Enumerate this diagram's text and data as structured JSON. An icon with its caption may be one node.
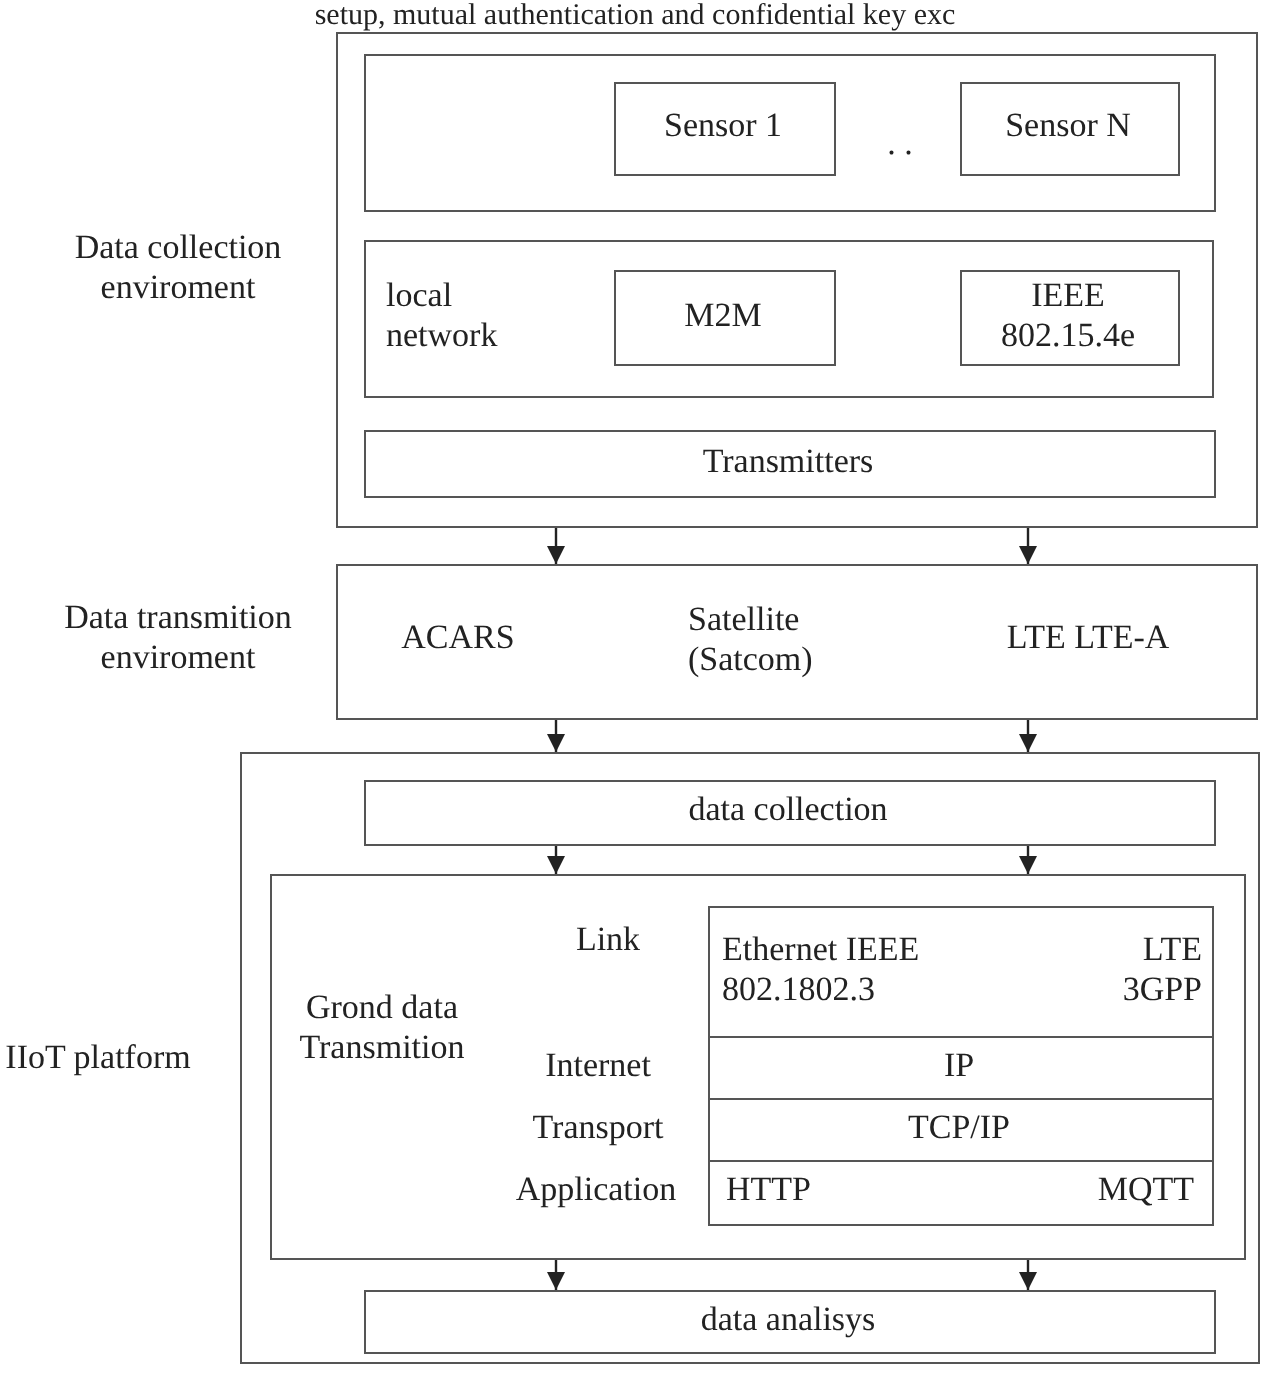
{
  "diagram": {
    "nodes": [
      {
        "text": [
          "Data collection enviroment"
        ]
      },
      {
        "text": [],
        "shape": "box",
        "in": 0
      },
      {
        "text": [
          "Sensor 1"
        ],
        "in": 1
      },
      {
        "text": [
          "Sensor N"
        ],
        "in": 1
      },
      {
        "text": [
          "local network"
        ],
        "in": 0
      },
      {
        "text": [
          "M2M"
        ],
        "in": 4
      },
      {
        "text": [
          "IEEE 802.15.4e"
        ],
        "in": 4
      },
      {
        "text": [
          "Transmitters"
        ],
        "in": 0
      },
      {
        "text": [
          "Data transmition enviroment",
          "ACARS",
          "Satellite (Satcom)",
          "LTE LTE-A"
        ]
      },
      {
        "text": [
          "IIoT platform"
        ]
      },
      {
        "text": [
          "data collection"
        ],
        "in": 9
      },
      {
        "text": [
          "Grond data Transmition"
        ],
        "in": 9
      },
      {
        "text": [
          "Ethernet IEEE 802.1802.3",
          "LTE 3GPP"
        ],
        "beside": [
          "Link"
        ],
        "in": 11
      },
      {
        "text": [
          "IP"
        ],
        "beside": [
          "Internet"
        ],
        "in": 11
      },
      {
        "text": [
          "TCP/IP"
        ],
        "beside": [
          "Transport"
        ],
        "in": 11
      },
      {
        "text": [
          "HTTP",
          "MQTT"
        ],
        "beside": [
          "Application"
        ],
        "in": 11
      },
      {
        "text": [
          "data analisys"
        ],
        "in": 9
      }
    ],
    "edges": [
      {
        "from": 0,
        "to": 8,
        "arrow": "to"
      },
      {
        "from": 0,
        "to": 8,
        "arrow": "to"
      },
      {
        "from": 8,
        "to": 9,
        "arrow": "to"
      },
      {
        "from": 8,
        "to": 9,
        "arrow": "to"
      },
      {
        "from": 10,
        "to": 11,
        "arrow": "to"
      },
      {
        "from": 10,
        "to": 11,
        "arrow": "to"
      },
      {
        "from": 11,
        "to": 16,
        "arrow": "to"
      },
      {
        "from": 11,
        "to": 16,
        "arrow": "to"
      }
    ],
    "labels": [
      "setup, mutual authentication and confidential key exc",
      ". ."
    ]
  }
}
